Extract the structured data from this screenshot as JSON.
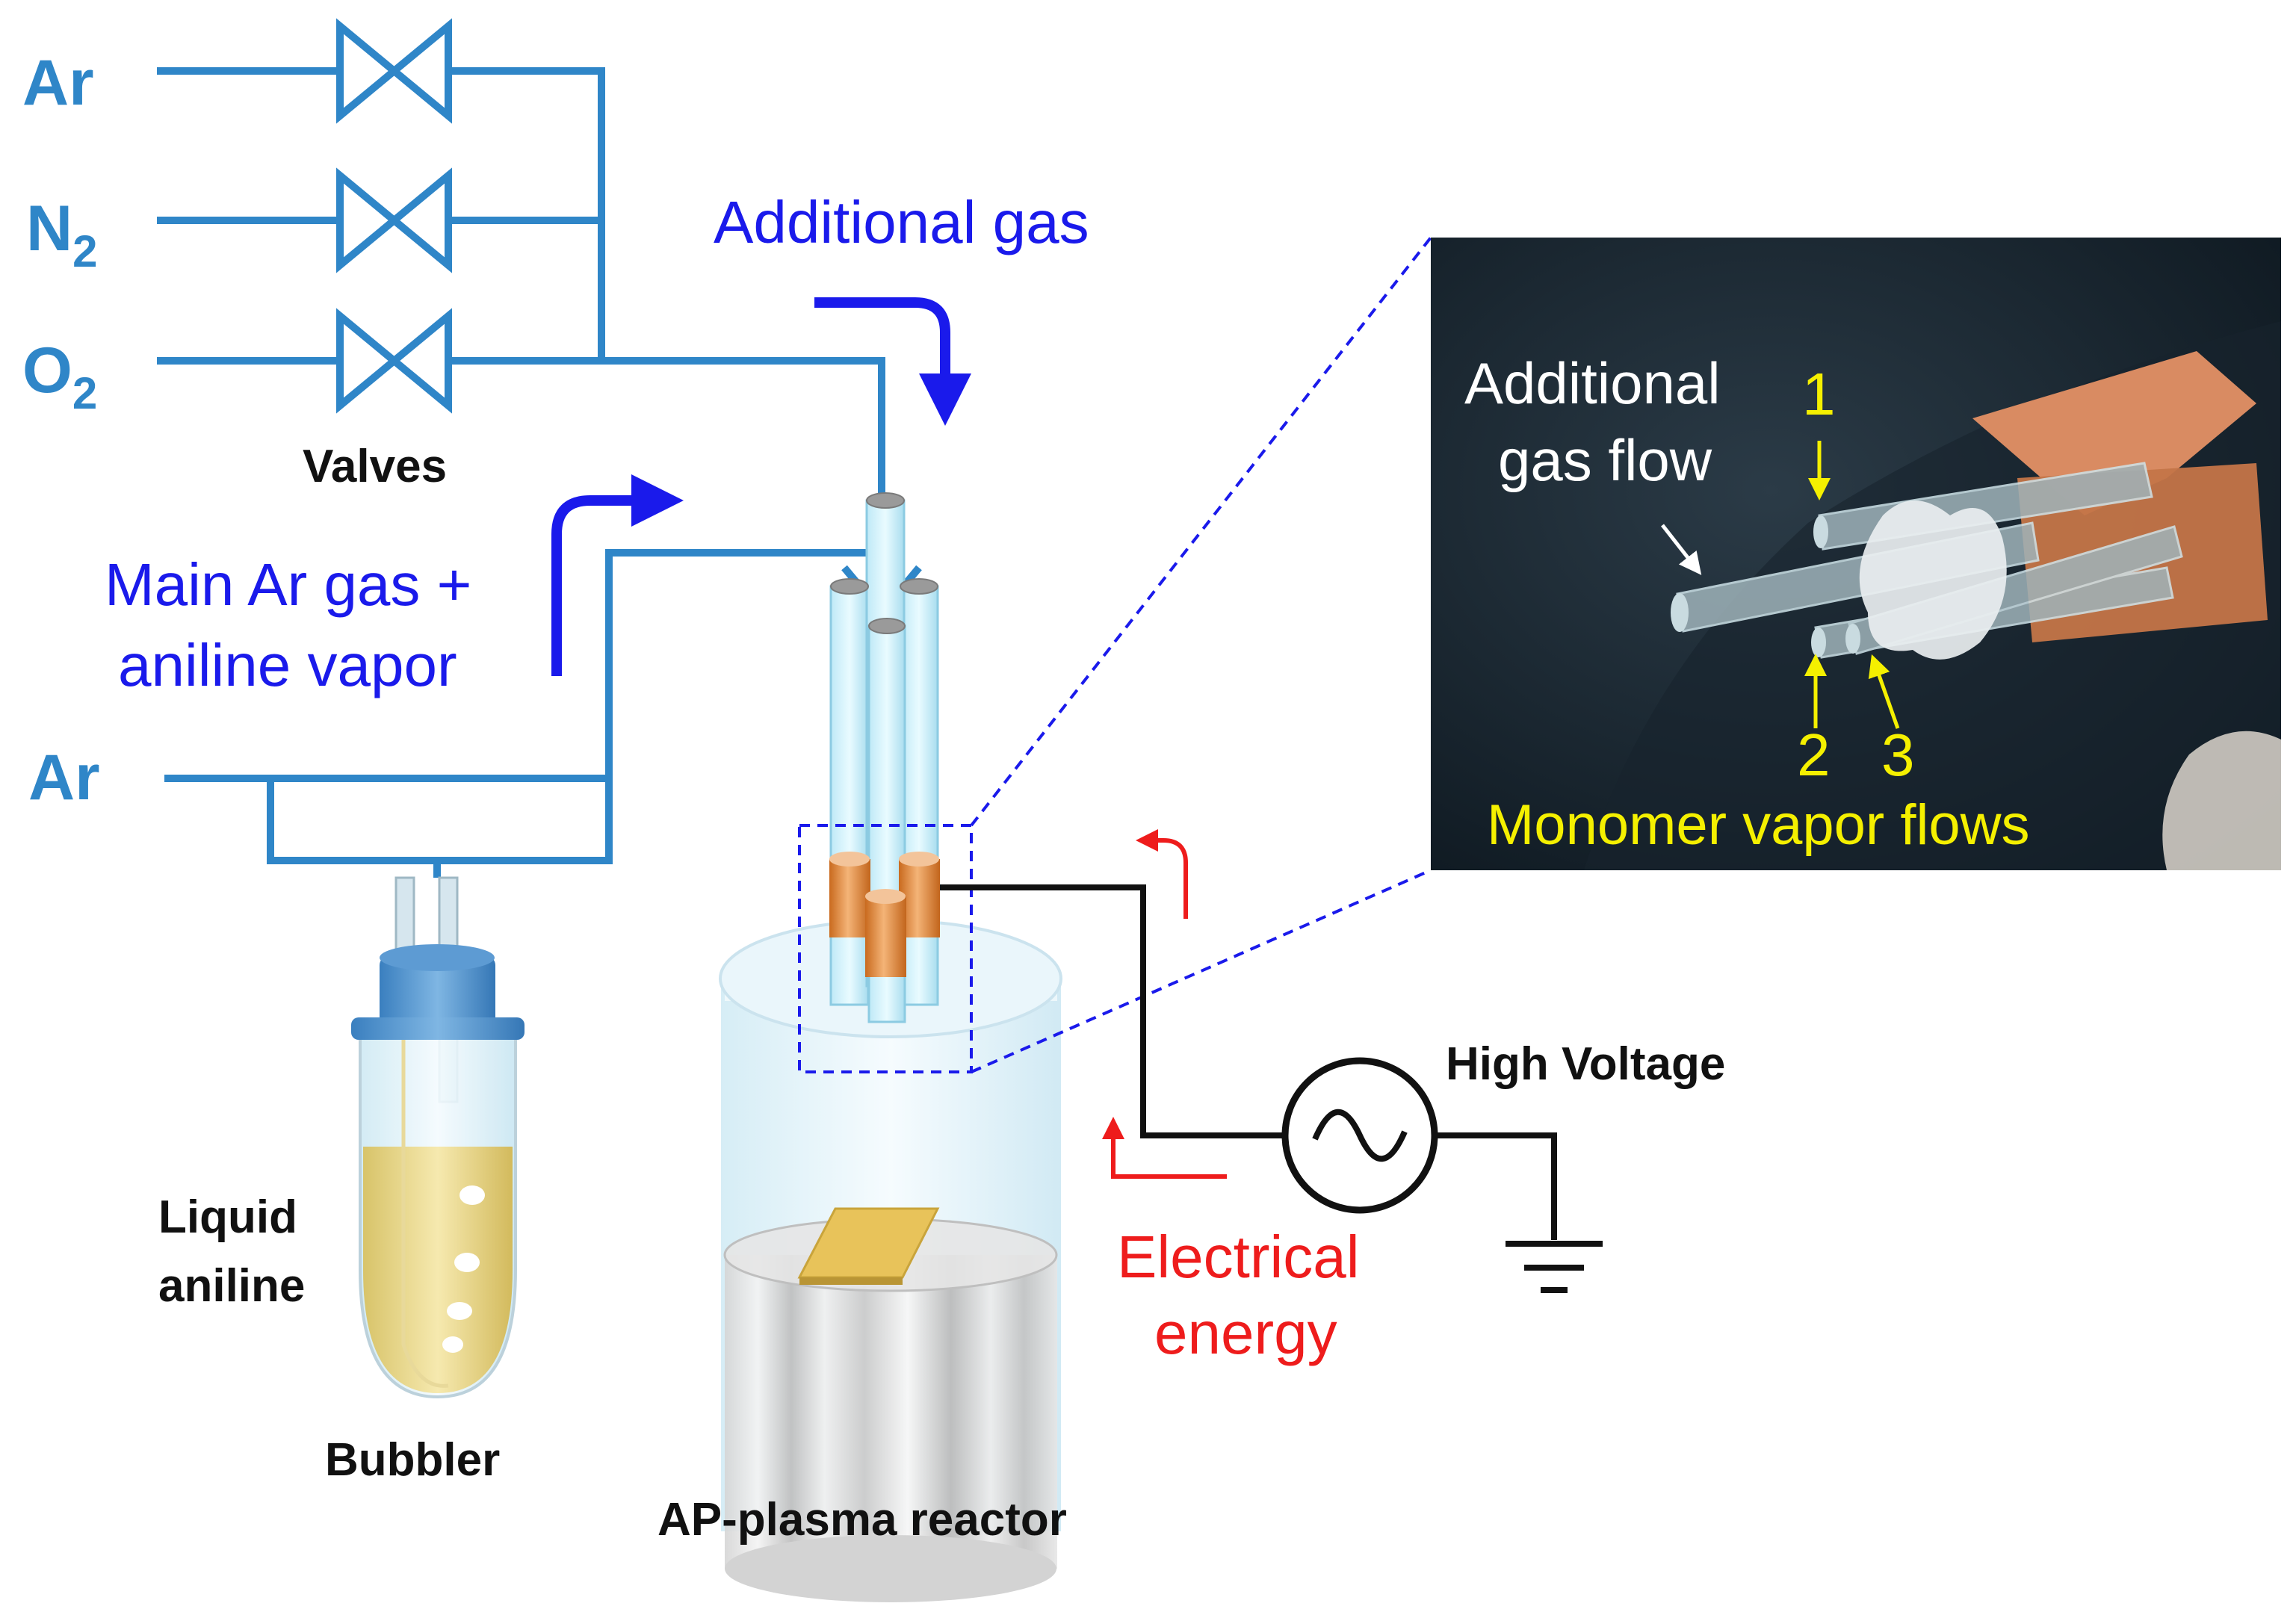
{
  "gas_inputs": {
    "ar_top": "Ar",
    "n2": "N",
    "n2_sub": "2",
    "o2": "O",
    "o2_sub": "2",
    "ar_bottom": "Ar"
  },
  "labels": {
    "valves": "Valves",
    "additional_gas": "Additional gas",
    "main_gas_line1": "Main Ar gas +",
    "main_gas_line2": "aniline vapor",
    "liquid_line1": "Liquid",
    "liquid_line2": "aniline",
    "bubbler": "Bubbler",
    "reactor": "AP-plasma  reactor",
    "high_voltage": "High  Voltage",
    "electrical_line1": "Electrical",
    "electrical_line2": "energy"
  },
  "photo_inset": {
    "additional_line1": "Additional",
    "additional_line2": "gas flow",
    "num1": "1",
    "num2": "2",
    "num3": "3",
    "monomer": "Monomer vapor flows"
  },
  "colors": {
    "pipe": "#2f86c8",
    "flow_arrow": "#1a1aeb",
    "electric_arrow": "#ee1c1c",
    "wire": "#111111",
    "photo_annotation": "#f5f000"
  }
}
